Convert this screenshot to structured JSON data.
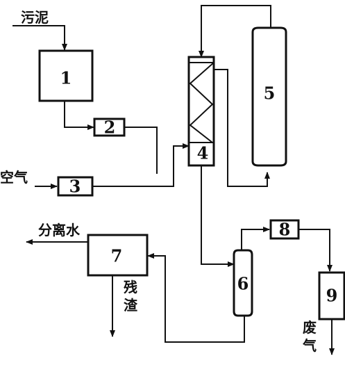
{
  "units": [
    {
      "id": "1",
      "label": "1"
    },
    {
      "id": "2",
      "label": "2"
    },
    {
      "id": "3",
      "label": "3"
    },
    {
      "id": "4",
      "label": "4"
    },
    {
      "id": "5",
      "label": "5"
    },
    {
      "id": "6",
      "label": "6"
    },
    {
      "id": "7",
      "label": "7"
    },
    {
      "id": "8",
      "label": "8"
    },
    {
      "id": "9",
      "label": "9"
    }
  ],
  "streams": {
    "sludge": "污泥",
    "air": "空气",
    "separated_water": "分离水",
    "residue_line1": "残",
    "residue_line2": "渣",
    "exhaust_line1": "废",
    "exhaust_line2": "气"
  }
}
